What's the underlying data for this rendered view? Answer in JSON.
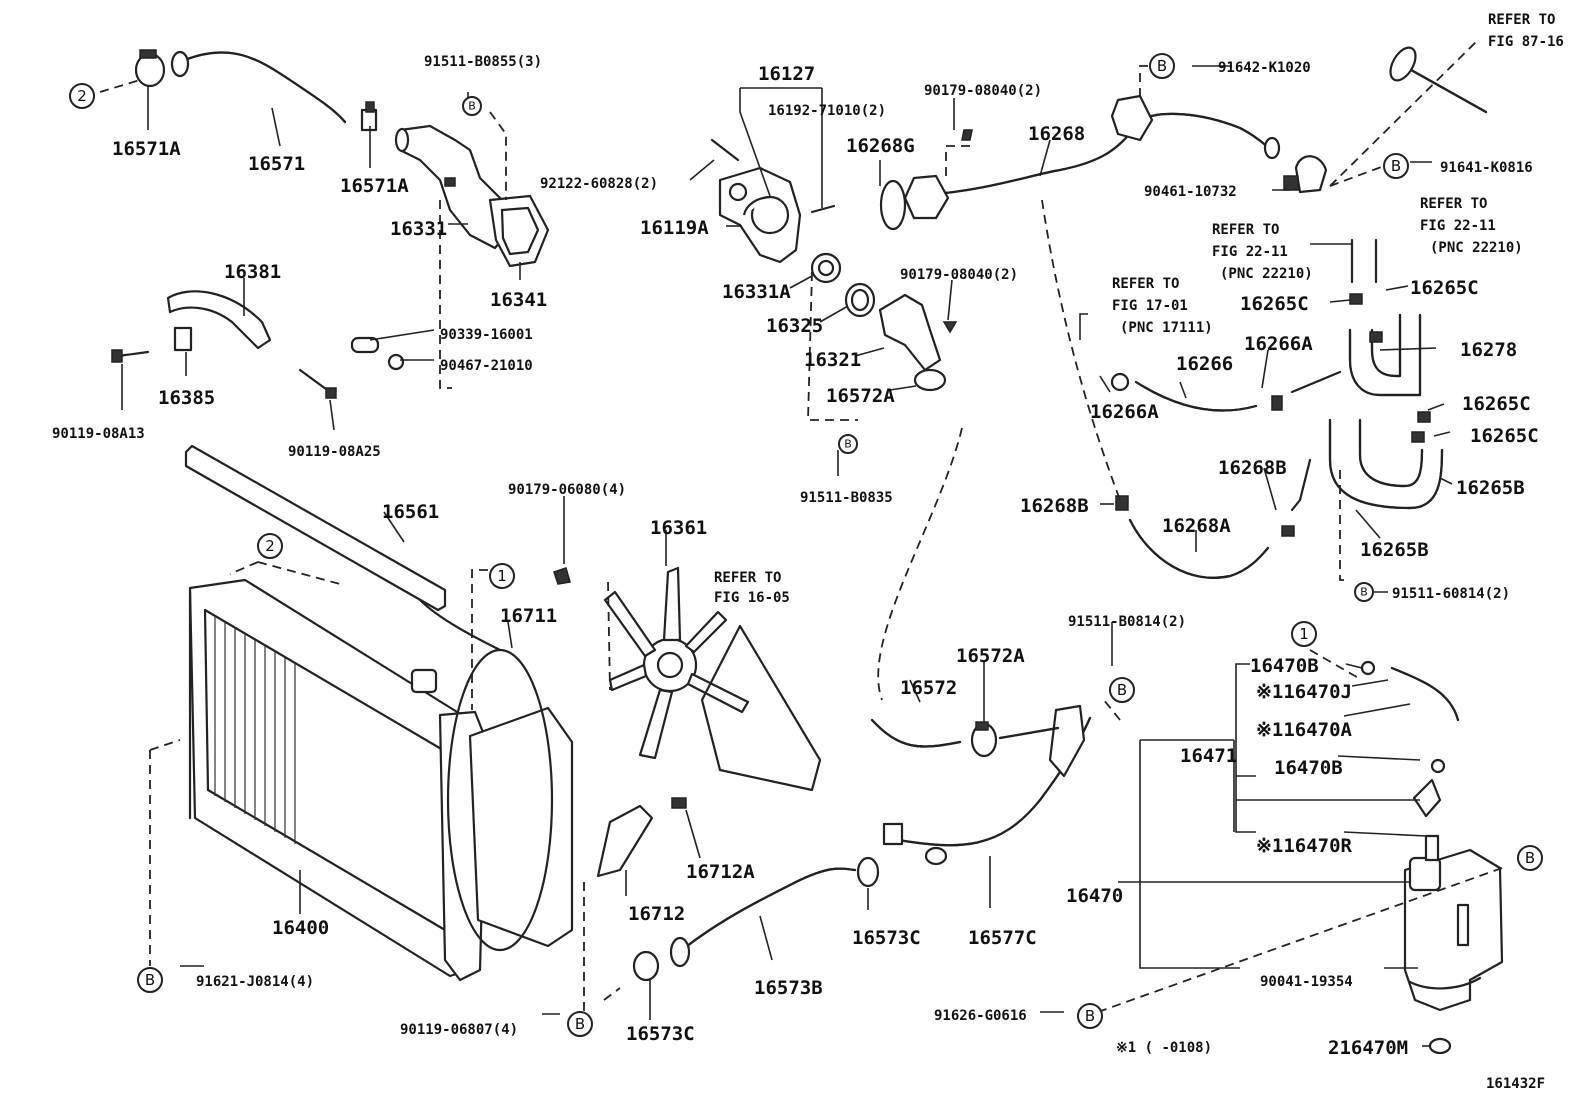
{
  "diagram_id": "161432F",
  "labels": {
    "p16571A_left": "16571A",
    "p16571": "16571",
    "p16571A_right": "16571A",
    "p91511B0855": "91511-B0855(3)",
    "p16331": "16331",
    "p16341": "16341",
    "p16381": "16381",
    "p16385": "16385",
    "p90339": "90339-16001",
    "p90467": "90467-21010",
    "p90119_08A13": "90119-08A13",
    "p90119_08A25": "90119-08A25",
    "p16127": "16127",
    "p16192": "16192-71010(2)",
    "p92122": "92122-60828(2)",
    "p16119A": "16119A",
    "p16331A": "16331A",
    "p16325": "16325",
    "p16321": "16321",
    "p16572A_top": "16572A",
    "p91511B0835": "91511-B0835",
    "p90179_08040_a": "90179-08040(2)",
    "p90179_08040_b": "90179-08040(2)",
    "p16268G": "16268G",
    "p16268": "16268",
    "p91642": "91642-K1020",
    "p91641": "91641-K0816",
    "p90461": "90461-10732",
    "p16266": "16266",
    "p16266A_a": "16266A",
    "p16266A_b": "16266A",
    "p16265C_a": "16265C",
    "p16265C_b": "16265C",
    "p16265C_c": "16265C",
    "p16265C_d": "16265C",
    "p16278": "16278",
    "p16265B_a": "16265B",
    "p16265B_b": "16265B",
    "p16268B_a": "16268B",
    "p16268B_b": "16268B",
    "p16268A": "16268A",
    "p91511_60814": "91511-60814(2)",
    "p16561": "16561",
    "p16711": "16711",
    "p90179_06080": "90179-06080(4)",
    "p16361": "16361",
    "p16712A": "16712A",
    "p16712": "16712",
    "p16400": "16400",
    "p91621": "91621-J0814(4)",
    "p90119_06807": "90119-06807(4)",
    "p16573C_a": "16573C",
    "p16573C_b": "16573C",
    "p16573B": "16573B",
    "p16577C": "16577C",
    "p16572": "16572",
    "p16572A_mid": "16572A",
    "p91511B0814": "91511-B0814(2)",
    "p16470B_a": "16470B",
    "p16470J": "※116470J",
    "p16470A": "※116470A",
    "p16471": "16471",
    "p16470B_b": "16470B",
    "p16470R": "※116470R",
    "p16470": "16470",
    "p90041": "90041-19354",
    "p91626": "91626-G0616",
    "p16470M": "216470M",
    "note": "※1 (      -0108)"
  },
  "refer_to": {
    "fig87": [
      "REFER TO",
      "FIG 87-16"
    ],
    "fig22_a": [
      "REFER TO",
      "FIG 22-11",
      "(PNC 22210)"
    ],
    "fig22_b": [
      "REFER TO",
      "FIG 22-11",
      "(PNC 22210)"
    ],
    "fig17": [
      "REFER TO",
      "FIG 17-01",
      "(PNC 17111)"
    ],
    "fig16": [
      "REFER TO",
      "FIG 16-05"
    ]
  },
  "circle_markers": {
    "two": "2",
    "one": "1",
    "b": "B"
  }
}
